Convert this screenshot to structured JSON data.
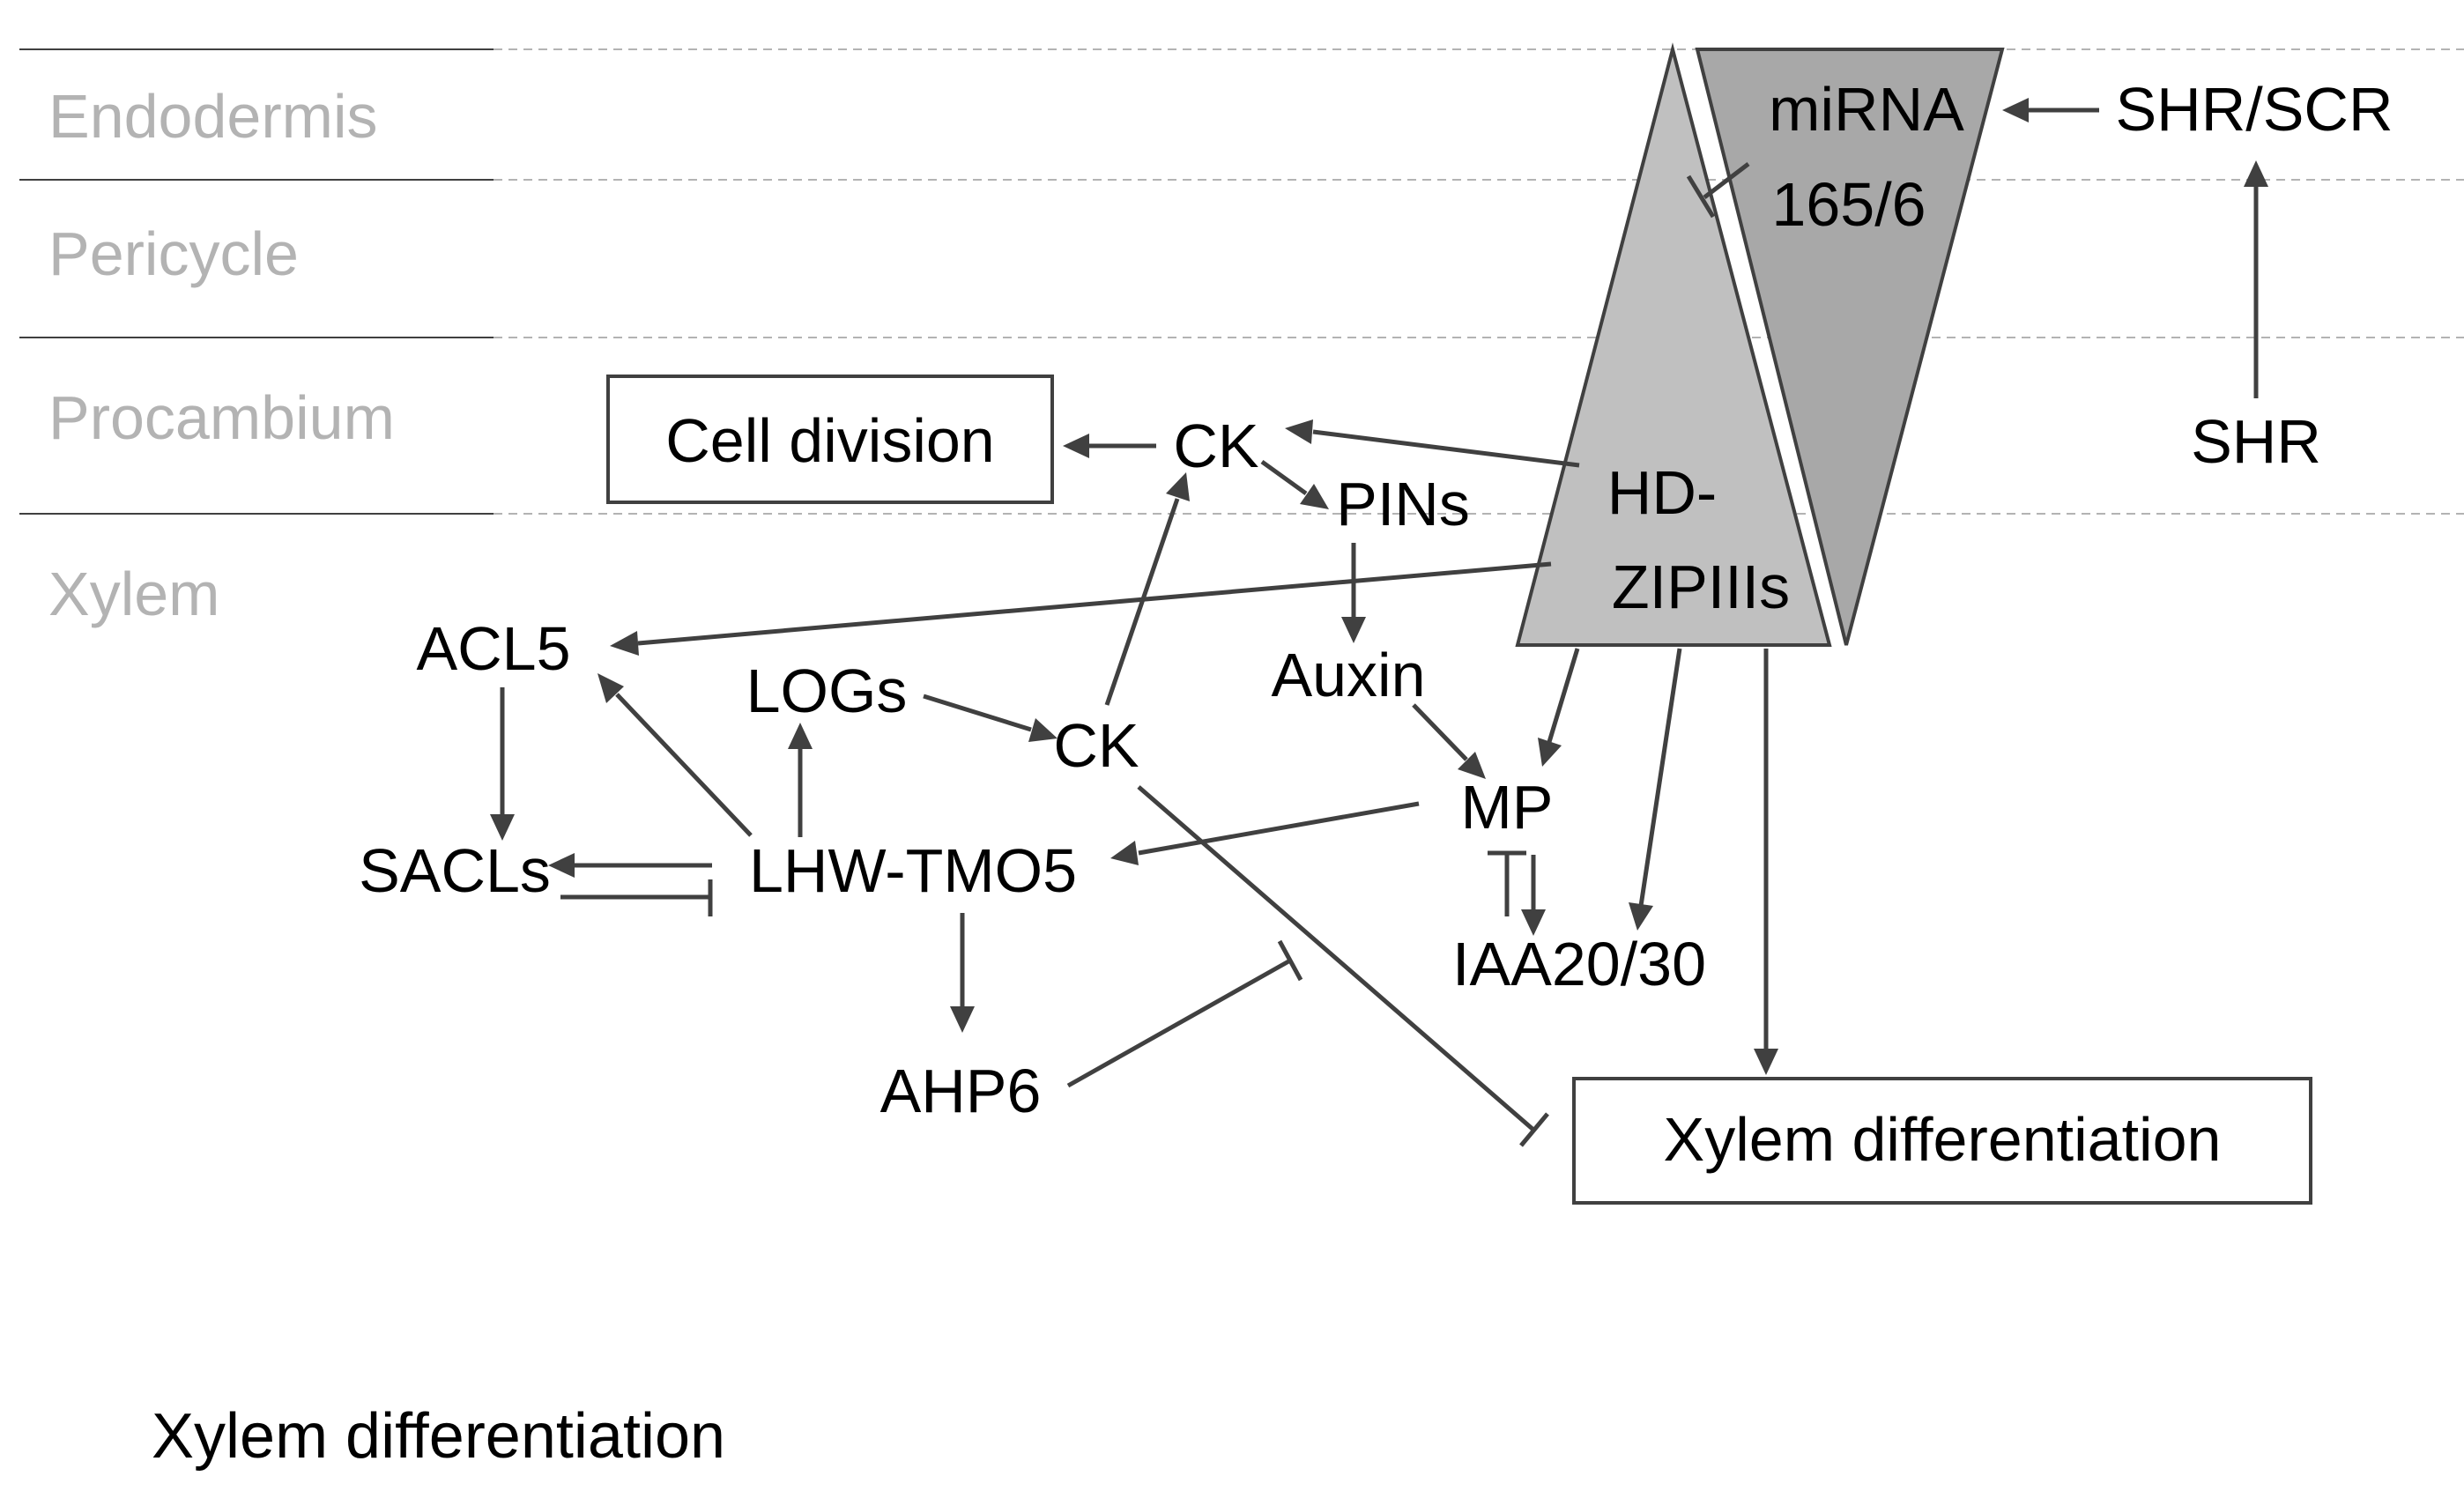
{
  "layers": {
    "endodermis": "Endodermis",
    "pericycle": "Pericycle",
    "procambium": "Procambium",
    "xylem": "Xylem"
  },
  "nodes": {
    "mirna_line1": "miRNA",
    "mirna_line2": "165/6",
    "shr_scr": "SHR/SCR",
    "shr": "SHR",
    "hdzip_line1": "HD-",
    "hdzip_line2": "ZIPIIIs",
    "ck_procambium": "CK",
    "pins": "PINs",
    "auxin": "Auxin",
    "acl5": "ACL5",
    "logs": "LOGs",
    "ck_xylem": "CK",
    "mp": "MP",
    "sacls": "SACLs",
    "lhw_tmo5": "LHW-TMO5",
    "iaa": "IAA20/30",
    "ahp6": "AHP6"
  },
  "boxes": {
    "cell_division": "Cell division",
    "xylem_differentiation": "Xylem differentiation"
  },
  "caption": "Xylem differentiation",
  "colors": {
    "layer_label": "#b3b3b3",
    "edge": "#404040",
    "gradient_fill": "#c0c0c0",
    "separator_dashed": "#b3b3b3",
    "separator_solid": "#404040"
  }
}
